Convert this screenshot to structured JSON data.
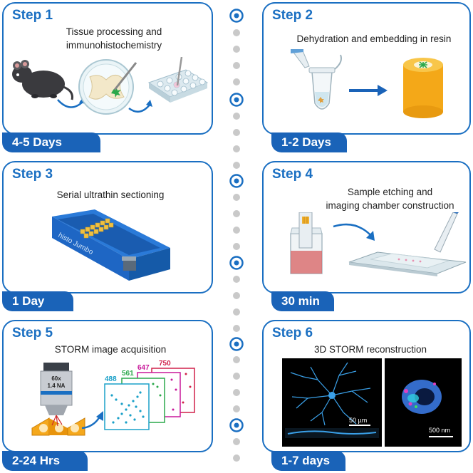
{
  "steps": [
    {
      "title": "Step 1",
      "desc_lines": [
        "Tissue processing and",
        "immunohistochemistry"
      ],
      "duration": "4-5 Days"
    },
    {
      "title": "Step 2",
      "desc_lines": [
        "Dehydration and embedding in resin"
      ],
      "duration": "1-2 Days"
    },
    {
      "title": "Step 3",
      "desc_lines": [
        "Serial ultrathin sectioning"
      ],
      "duration": "1 Day",
      "device_label": "histo Jumbo"
    },
    {
      "title": "Step 4",
      "desc_lines": [
        "Sample etching and",
        "imaging chamber construction"
      ],
      "duration": "30 min"
    },
    {
      "title": "Step 5",
      "desc_lines": [
        "STORM image acquisition"
      ],
      "duration": "2-24 Hrs",
      "objective_lines": [
        "60x",
        "1.4 NA"
      ],
      "channels": [
        {
          "label": "488",
          "color": "#1aa0c8"
        },
        {
          "label": "561",
          "color": "#2aa84a"
        },
        {
          "label": "647",
          "color": "#c8189a"
        },
        {
          "label": "750",
          "color": "#d0204a"
        }
      ]
    },
    {
      "title": "Step 6",
      "desc_lines": [
        "3D STORM reconstruction"
      ],
      "duration": "1-7 days",
      "scale_bars": [
        "50 µm",
        "500 nm"
      ]
    }
  ],
  "colors": {
    "accent": "#1a6fc2",
    "badge": "#1a63b8",
    "dot": "#c8c8c8"
  }
}
